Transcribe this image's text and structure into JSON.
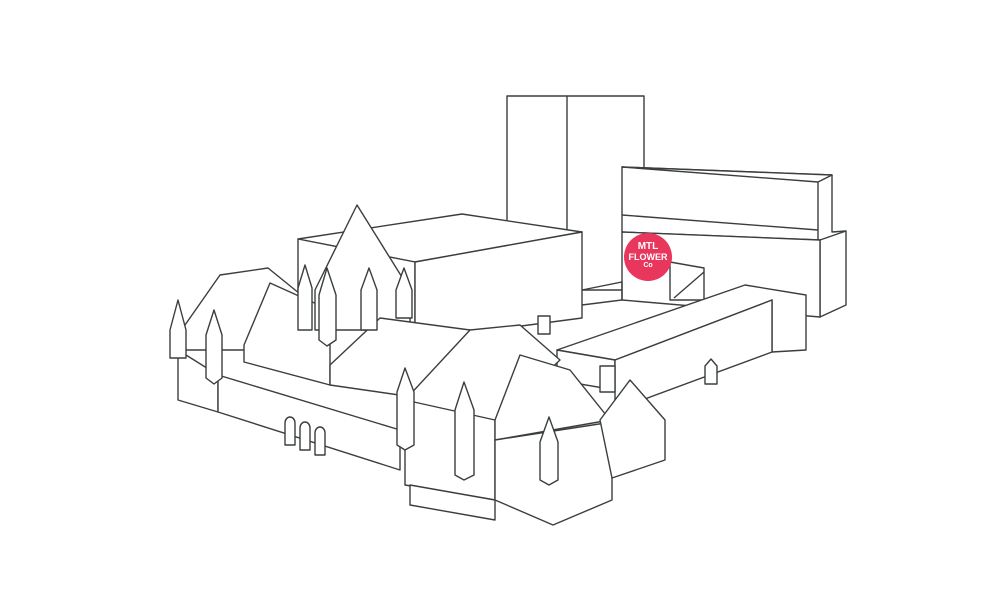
{
  "logo": {
    "line1": "MTL",
    "line2": "FLOWER",
    "line3": "Co",
    "color": "#e8365d"
  },
  "stroke_color": "#3a3f3c"
}
